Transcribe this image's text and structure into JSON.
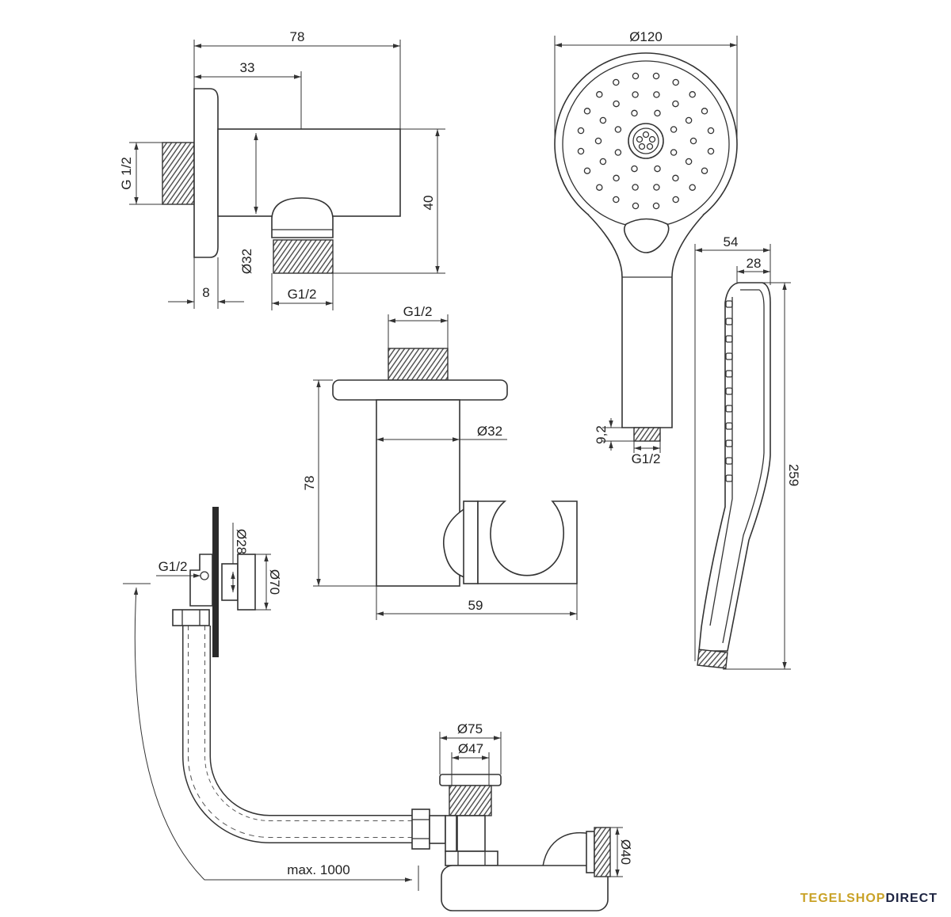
{
  "wall_elbow": {
    "total_length": "78",
    "outlet_offset": "33",
    "inlet_thread": "G 1/2",
    "body_height": "40",
    "body_diameter": "Ø32",
    "flange_thickness": "8",
    "outlet_thread": "G1/2"
  },
  "hand_shower": {
    "head_diameter": "Ø120",
    "thread_length": "9,2",
    "thread": "G1/2",
    "depth": "54",
    "head_depth": "28",
    "length": "259"
  },
  "holder": {
    "thread": "G1/2",
    "body_diameter": "Ø32",
    "height": "78",
    "depth": "59"
  },
  "bath_fill": {
    "thread": "G1/2",
    "inner_diameter": "Ø28",
    "outer_diameter": "Ø70",
    "waste_outer_diameter": "Ø75",
    "waste_inner_diameter": "Ø47",
    "outlet_diameter": "Ø40",
    "max_length": "max. 1000"
  },
  "logo": {
    "part1": "TEGELSHOP",
    "part2": "DIRECT",
    "color1": "#c9a227",
    "color2": "#1c2340"
  },
  "colors": {
    "line": "#333333",
    "thread": "#555555",
    "wall_plate": "#2a2a2a"
  }
}
